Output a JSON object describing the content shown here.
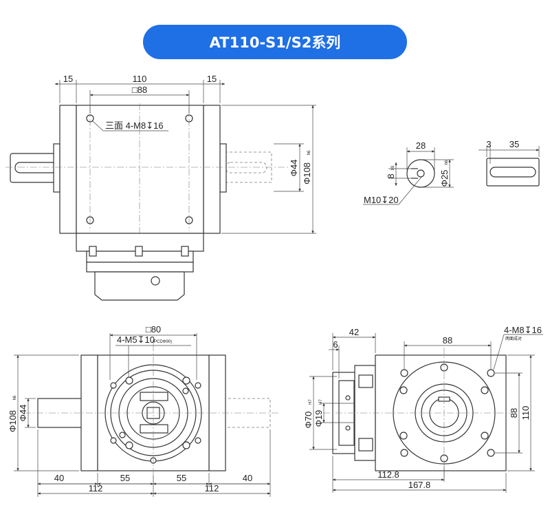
{
  "title": "AT110-S1/S2系列",
  "colors": {
    "accent": "#1f6fe5",
    "line": "#333333"
  },
  "top_view": {
    "dim_left": "15",
    "dim_width": "110",
    "dim_right": "15",
    "dim_square": "□88",
    "hole_note": "三面 4-M8↧16",
    "dim_shaft_dia": "Φ44",
    "dim_body_dia": "Φ108",
    "dim_body_tol": "h6"
  },
  "shaft_end_view": {
    "dim_width": "28",
    "dim_key": "8",
    "dim_key_tol": "h9",
    "dim_dia": "Φ25",
    "dim_dia_tol": "h6",
    "thread": "M10↧20"
  },
  "shaft_side_view": {
    "dim_offset": "3",
    "dim_length": "35"
  },
  "front_view": {
    "dim_square": "□80",
    "hole_note": "4-M5↧10",
    "pcd_note": "(PCDΦ90)",
    "dim_body_dia": "Φ108",
    "dim_body_tol": "h6",
    "dim_shaft_dia": "Φ44",
    "dim_shaft_left": "40",
    "dim_half_left": "55",
    "dim_half_right": "55",
    "dim_shaft_right": "40",
    "dim_total_left": "112",
    "dim_total_right": "112"
  },
  "side_view": {
    "dim_flange": "42",
    "dim_step": "6",
    "dim_pilot": "Φ70",
    "dim_pilot_tol": "H7",
    "dim_bore": "Φ19",
    "dim_bore_tol": "H7",
    "dim_square": "88",
    "hole_note": "4-M8↧16",
    "hole_sub": "两面成对",
    "dim_height_inner": "88",
    "dim_height_outer": "110",
    "dim_length_inner": "112.8",
    "dim_length_total": "167.8"
  }
}
